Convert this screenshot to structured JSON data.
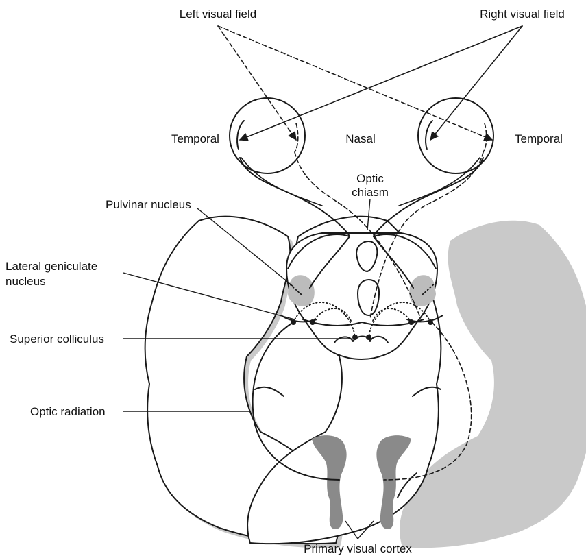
{
  "labels": {
    "left_visual_field": "Left visual field",
    "right_visual_field": "Right visual field",
    "temporal_left": "Temporal",
    "nasal": "Nasal",
    "temporal_right": "Temporal",
    "optic_chiasm_line1": "Optic",
    "optic_chiasm_line2": "chiasm",
    "pulvinar_nucleus": "Pulvinar nucleus",
    "lateral_geniculate_line1": "Lateral geniculate",
    "lateral_geniculate_line2": "nucleus",
    "superior_colliculus": "Superior colliculus",
    "optic_radiation": "Optic radiation",
    "primary_visual_cortex": "Primary visual cortex"
  },
  "colors": {
    "line": "#1a1a1a",
    "cortex_shading": "#8a8a8a",
    "nucleus_shading": "#bcbcbc",
    "hemisphere_shadow": "#c9c9c9",
    "background": "#ffffff"
  }
}
